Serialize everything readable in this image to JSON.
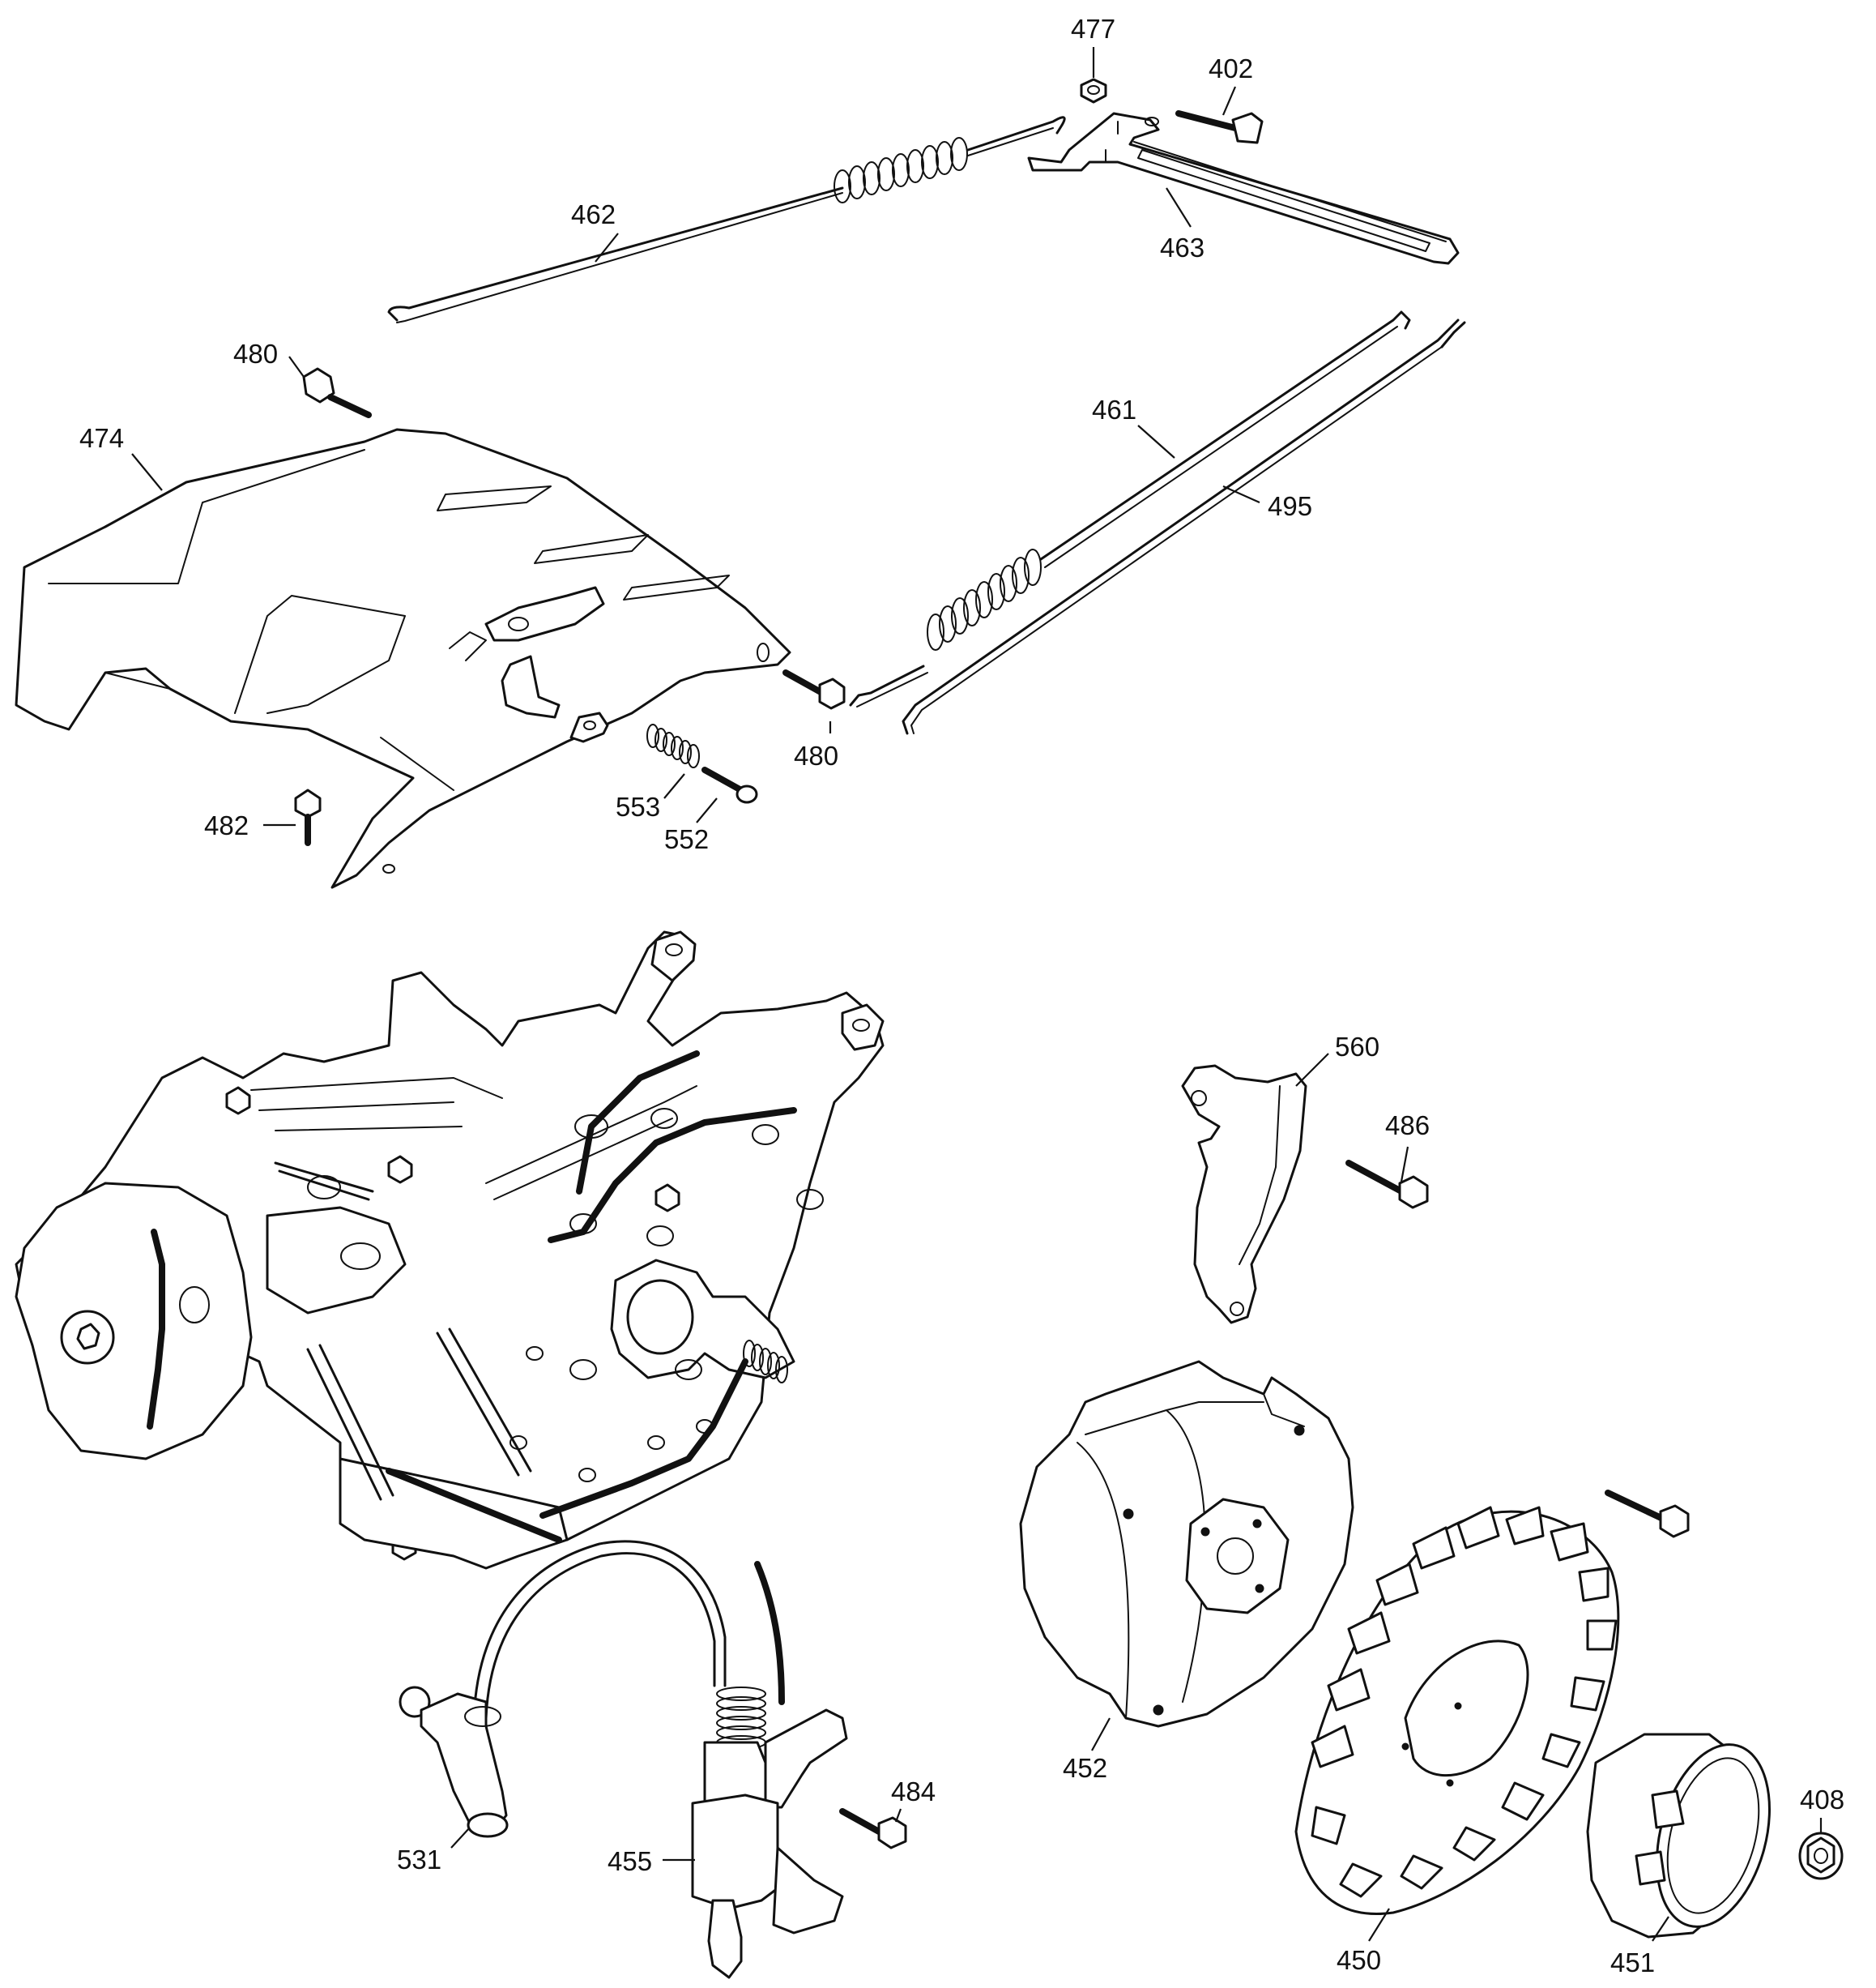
{
  "diagram": {
    "type": "exploded-parts-diagram",
    "parts": [
      {
        "id": "p477",
        "label": "477",
        "icon": "flange-nut"
      },
      {
        "id": "p402",
        "label": "402",
        "icon": "bolt"
      },
      {
        "id": "p462",
        "label": "462",
        "icon": "spring-rod"
      },
      {
        "id": "p463",
        "label": "463",
        "icon": "slotted-bracket"
      },
      {
        "id": "p480a",
        "label": "480",
        "icon": "bolt"
      },
      {
        "id": "p474",
        "label": "474",
        "icon": "cover-plate"
      },
      {
        "id": "p461",
        "label": "461",
        "icon": "spring-rod"
      },
      {
        "id": "p495",
        "label": "495",
        "icon": "rod"
      },
      {
        "id": "p480b",
        "label": "480",
        "icon": "bolt"
      },
      {
        "id": "p553",
        "label": "553",
        "icon": "spring"
      },
      {
        "id": "p552",
        "label": "552",
        "icon": "screw"
      },
      {
        "id": "p482",
        "label": "482",
        "icon": "bolt"
      },
      {
        "id": "p560",
        "label": "560",
        "icon": "bracket"
      },
      {
        "id": "p486",
        "label": "486",
        "icon": "bolt"
      },
      {
        "id": "p452",
        "label": "452",
        "icon": "flywheel-shroud"
      },
      {
        "id": "p531",
        "label": "531",
        "icon": "spark-plug-boot"
      },
      {
        "id": "p455",
        "label": "455",
        "icon": "ignition-coil"
      },
      {
        "id": "p484",
        "label": "484",
        "icon": "bolt"
      },
      {
        "id": "p450",
        "label": "450",
        "icon": "flywheel-fan"
      },
      {
        "id": "p451",
        "label": "451",
        "icon": "starter-cup"
      },
      {
        "id": "p408",
        "label": "408",
        "icon": "flange-nut"
      }
    ]
  }
}
